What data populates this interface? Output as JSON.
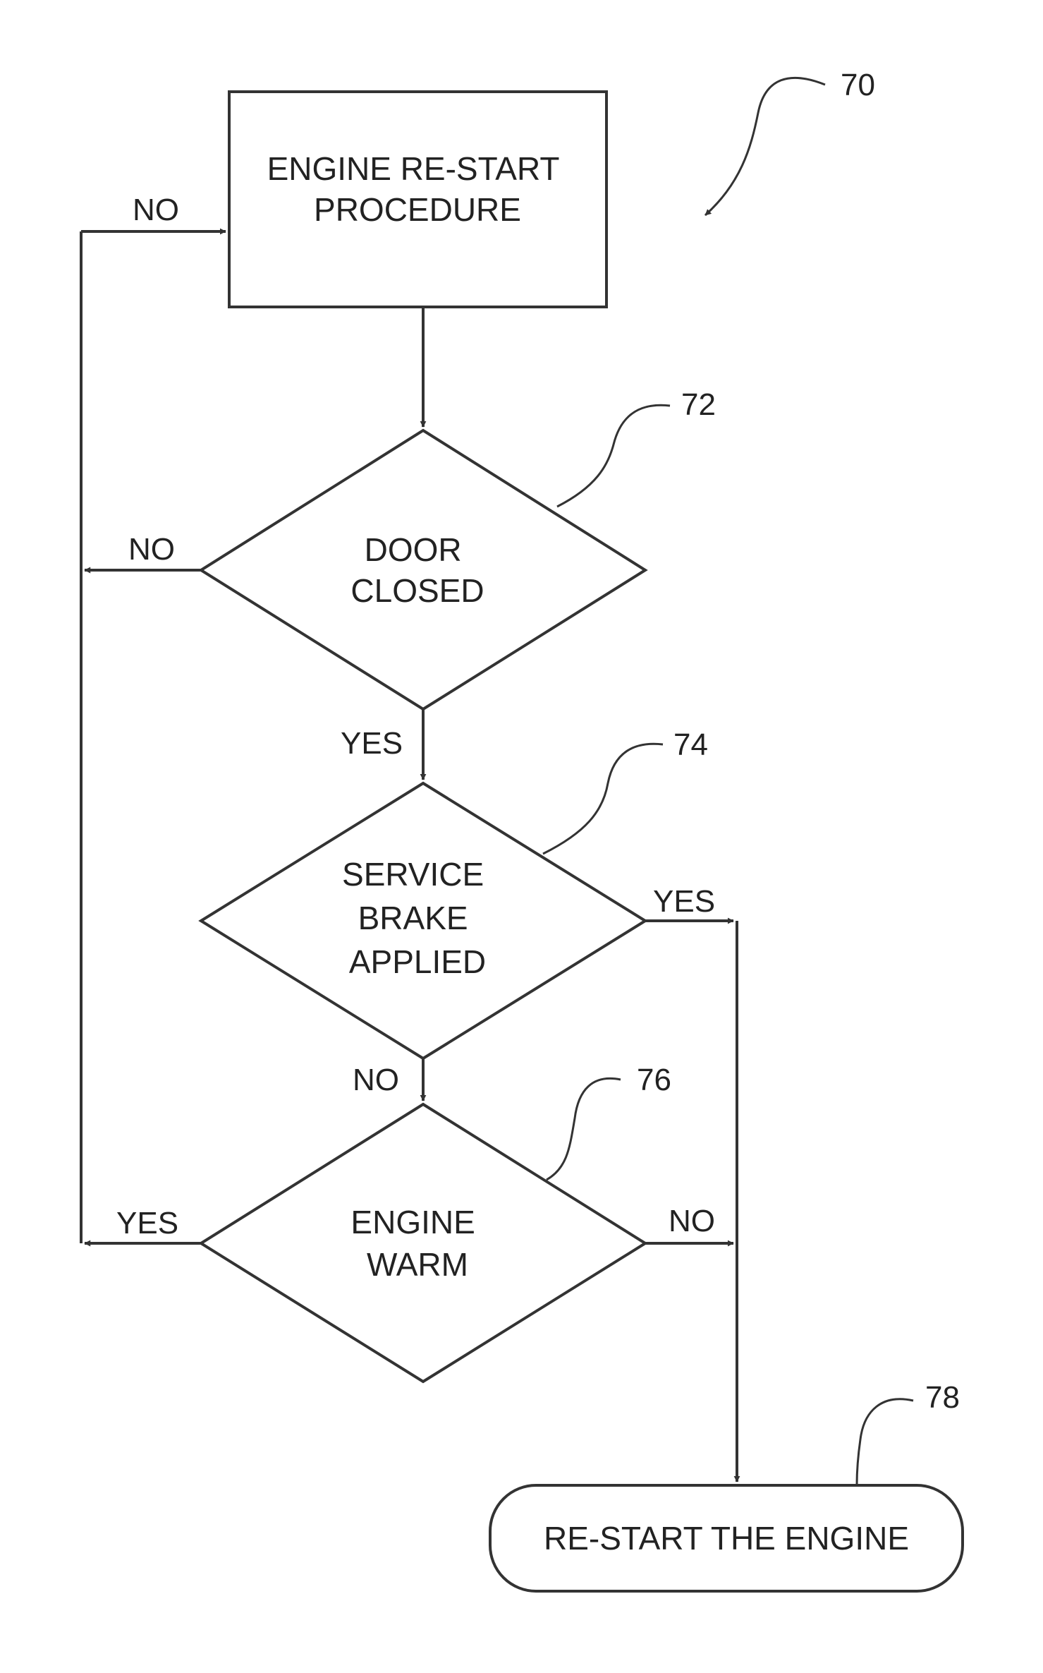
{
  "nodes": {
    "restart_procedure": {
      "lines": [
        "ENGINE RE-START",
        "PROCEDURE"
      ]
    },
    "door_closed": {
      "lines": [
        "DOOR",
        "CLOSED"
      ]
    },
    "service_brake": {
      "lines": [
        "SERVICE",
        "BRAKE",
        "APPLIED"
      ]
    },
    "engine_warm": {
      "lines": [
        "ENGINE",
        "WARM"
      ]
    },
    "restart_engine": {
      "lines": [
        "RE-START THE ENGINE"
      ]
    }
  },
  "edge_labels": {
    "loop_no": "NO",
    "door_no": "NO",
    "door_yes": "YES",
    "brake_yes": "YES",
    "brake_no": "NO",
    "warm_yes": "YES",
    "warm_no": "NO"
  },
  "refs": {
    "r70": "70",
    "r72": "72",
    "r74": "74",
    "r76": "76",
    "r78": "78"
  }
}
